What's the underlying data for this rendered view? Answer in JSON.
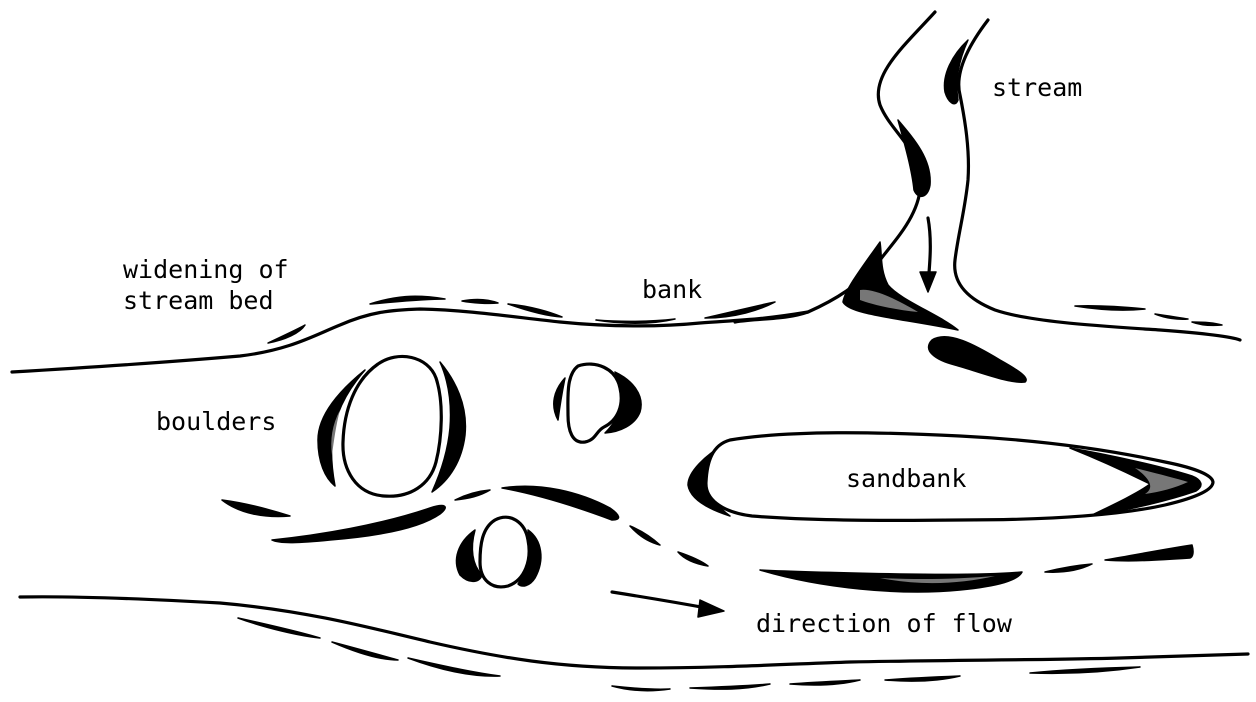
{
  "labels": {
    "stream": "stream",
    "widening_line1": "widening of",
    "widening_line2": "stream bed",
    "bank": "bank",
    "boulders": "boulders",
    "sandbank": "sandbank",
    "direction": "direction of flow"
  },
  "colors": {
    "ink": "#000000",
    "background": "#ffffff"
  }
}
